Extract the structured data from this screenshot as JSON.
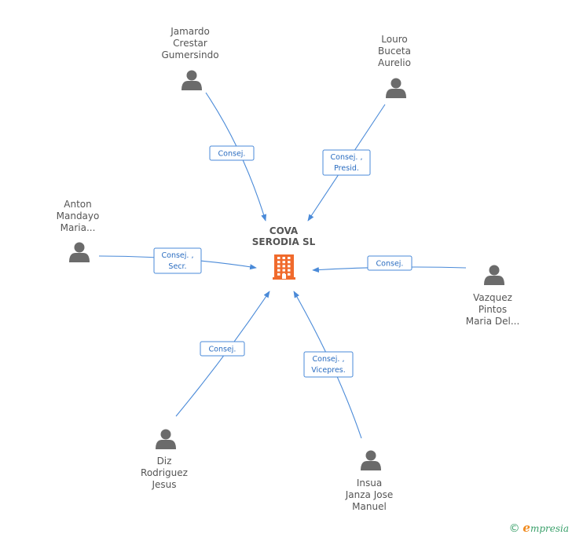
{
  "company": {
    "name_lines": [
      "COVA",
      "SERODIA SL"
    ],
    "icon": "building-icon",
    "color": "#f06a2c"
  },
  "people": [
    {
      "id": "jamardo",
      "name_lines": [
        "Jamardo",
        "Crestar",
        "Gumersindo"
      ],
      "roles": [
        "Consej."
      ]
    },
    {
      "id": "louro",
      "name_lines": [
        "Louro",
        "Buceta",
        "Aurelio"
      ],
      "roles": [
        "Consej. ,",
        "Presid."
      ]
    },
    {
      "id": "anton",
      "name_lines": [
        "Anton",
        "Mandayo",
        "Maria..."
      ],
      "roles": [
        "Consej. ,",
        "Secr."
      ]
    },
    {
      "id": "vazquez",
      "name_lines": [
        "Vazquez",
        "Pintos",
        "Maria Del..."
      ],
      "roles": [
        "Consej."
      ]
    },
    {
      "id": "diz",
      "name_lines": [
        "Diz",
        "Rodriguez",
        "Jesus"
      ],
      "roles": [
        "Consej."
      ]
    },
    {
      "id": "insua",
      "name_lines": [
        "Insua",
        "Janza Jose",
        "Manuel"
      ],
      "roles": [
        "Consej. ,",
        "Vicepres."
      ]
    }
  ],
  "colors": {
    "edge": "#4a8ad8",
    "person_icon": "#6b6b6b"
  },
  "watermark": {
    "copyright": "©",
    "brand_initial": "e",
    "brand_rest": "mpresia"
  }
}
